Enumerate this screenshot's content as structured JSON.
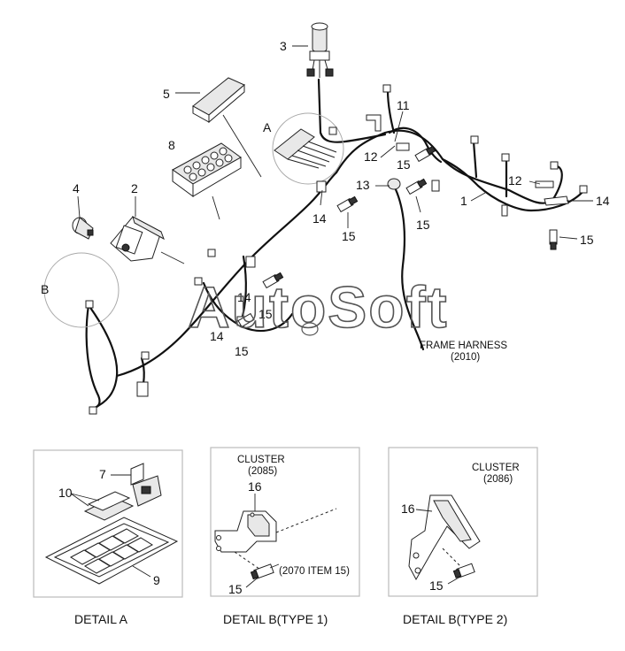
{
  "labels": {
    "p1": "1",
    "p2": "2",
    "p3": "3",
    "p4": "4",
    "p5": "5",
    "p8": "8",
    "p11": "11",
    "p12a": "12",
    "p12b": "12",
    "p13": "13",
    "p14a": "14",
    "p14b": "14",
    "p14c": "14",
    "p14d": "14",
    "p15a": "15",
    "p15b": "15",
    "p15c": "15",
    "p15d": "15",
    "p15e": "15",
    "p15f": "15",
    "detailA": "A",
    "detailB": "B"
  },
  "frame_harness": {
    "line1": "FRAME HARNESS",
    "line2": "(2010)"
  },
  "watermark": "AutoSoft",
  "detail_a": {
    "p7": "7",
    "p9": "9",
    "p10": "10",
    "caption": "DETAIL  A"
  },
  "detail_b1": {
    "title1": "CLUSTER",
    "title2": "(2085)",
    "p16": "16",
    "p15": "15",
    "note": "(2070 ITEM 15)",
    "caption": "DETAIL  B(TYPE 1)"
  },
  "detail_b2": {
    "title1": "CLUSTER",
    "title2": "(2086)",
    "p16": "16",
    "p15": "15",
    "caption": "DETAIL  B(TYPE 2)"
  }
}
